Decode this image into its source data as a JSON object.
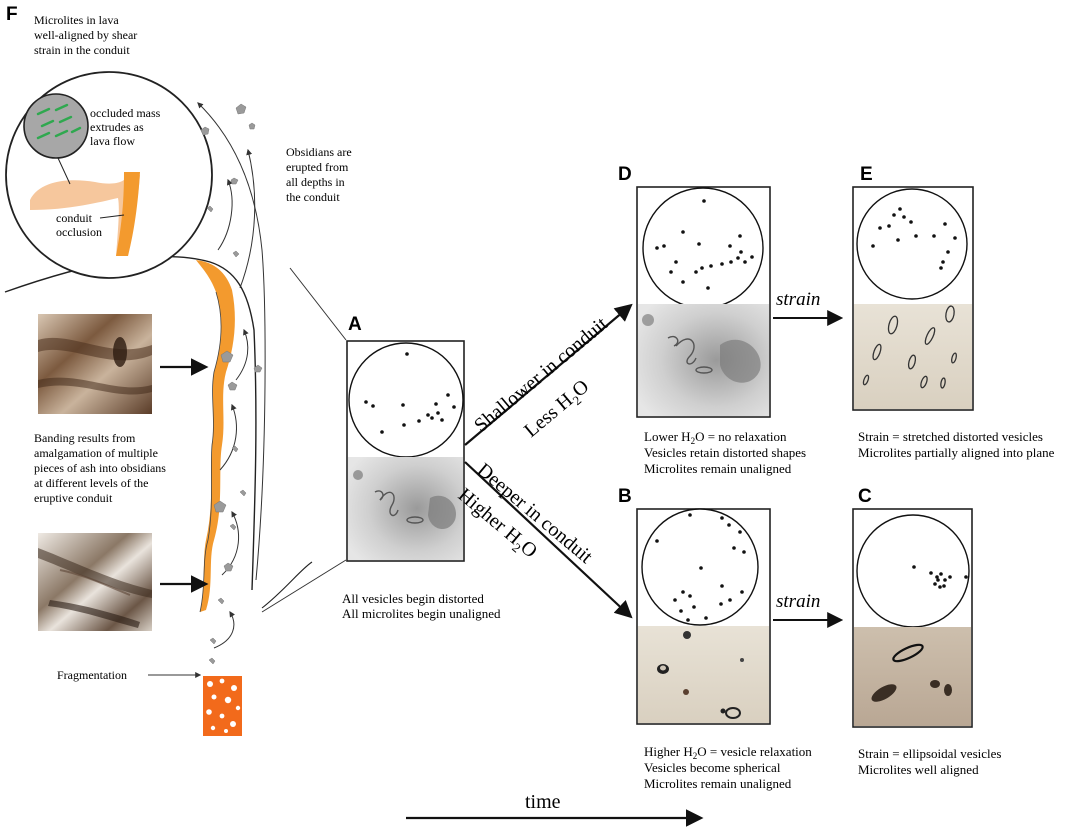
{
  "panel_labels": {
    "F": "F",
    "A": "A",
    "D": "D",
    "E": "E",
    "B": "B",
    "C": "C"
  },
  "left": {
    "microlites_note": [
      "Microlites in lava",
      "well-aligned by shear",
      "strain in the conduit"
    ],
    "inset_mass": [
      "occluded mass",
      "extrudes as",
      "lava flow"
    ],
    "inset_occlusion": [
      "conduit",
      "occlusion"
    ],
    "erupted_note": [
      "Obsidians are",
      "erupted from",
      "all depths in",
      "the conduit"
    ],
    "banding_note": [
      "Banding results from",
      "amalgamation of multiple",
      "pieces of ash into obsidians",
      "at different levels of the",
      "eruptive conduit"
    ],
    "fragmentation": "Fragmentation"
  },
  "panel_A": {
    "caption": [
      "All vesicles begin distorted",
      "All microlites begin unaligned"
    ]
  },
  "arrows": {
    "upper_line1": "Shallower in conduit",
    "upper_line2_pre": "Less H",
    "upper_line2_sub": "2",
    "upper_line2_post": "O",
    "lower_line1": "Deeper in conduit",
    "lower_line2_pre": "Higher H",
    "lower_line2_sub": "2",
    "lower_line2_post": "O",
    "strain_top": "strain",
    "strain_bottom": "strain"
  },
  "panel_D": {
    "cap1_pre": "Lower H",
    "cap1_sub": "2",
    "cap1_post": "O = no relaxation",
    "cap2": "Vesicles retain distorted shapes",
    "cap3": "Microlites remain unaligned"
  },
  "panel_E": {
    "caption": [
      "Strain = stretched distorted vesicles",
      "Microlites partially aligned into plane"
    ]
  },
  "panel_B": {
    "cap1_pre": "Higher H",
    "cap1_sub": "2",
    "cap1_post": "O = vesicle relaxation",
    "cap2": "Vesicles become spherical",
    "cap3": "Microlites remain unaligned"
  },
  "panel_C": {
    "caption": [
      "Strain = ellipsoidal vesicles",
      "Microlites well aligned"
    ]
  },
  "time_label": "time",
  "colors": {
    "magma_orange": "#f39a2e",
    "lava_peach": "#f6c79d",
    "fragment_orange": "#f26a1b",
    "microlite_green": "#2fa84f",
    "inset_gray": "#a7a7a7"
  }
}
